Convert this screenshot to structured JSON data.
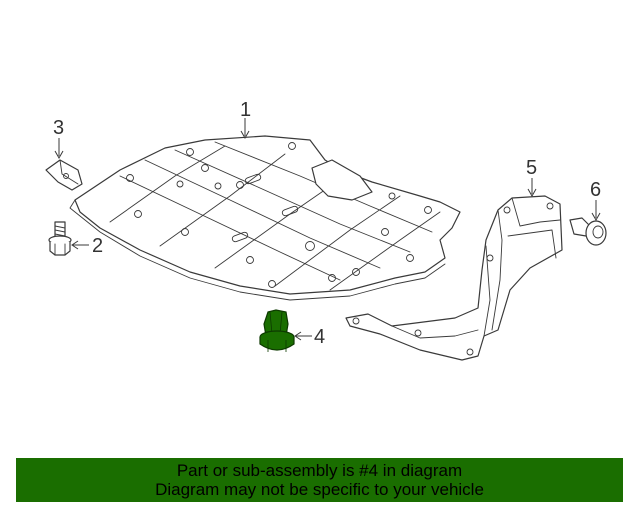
{
  "diagram": {
    "callouts": [
      {
        "number": "1",
        "part": "splash shield"
      },
      {
        "number": "2",
        "part": "bolt"
      },
      {
        "number": "3",
        "part": "clip nut"
      },
      {
        "number": "4",
        "part": "push clip"
      },
      {
        "number": "5",
        "part": "side shield"
      },
      {
        "number": "6",
        "part": "push rivet"
      }
    ],
    "highlight_color": "#1a6e00"
  },
  "banner": {
    "line1": "Part or sub-assembly is #4 in diagram",
    "line2": "Diagram may not be specific to your vehicle",
    "background": "#1a6e00"
  }
}
